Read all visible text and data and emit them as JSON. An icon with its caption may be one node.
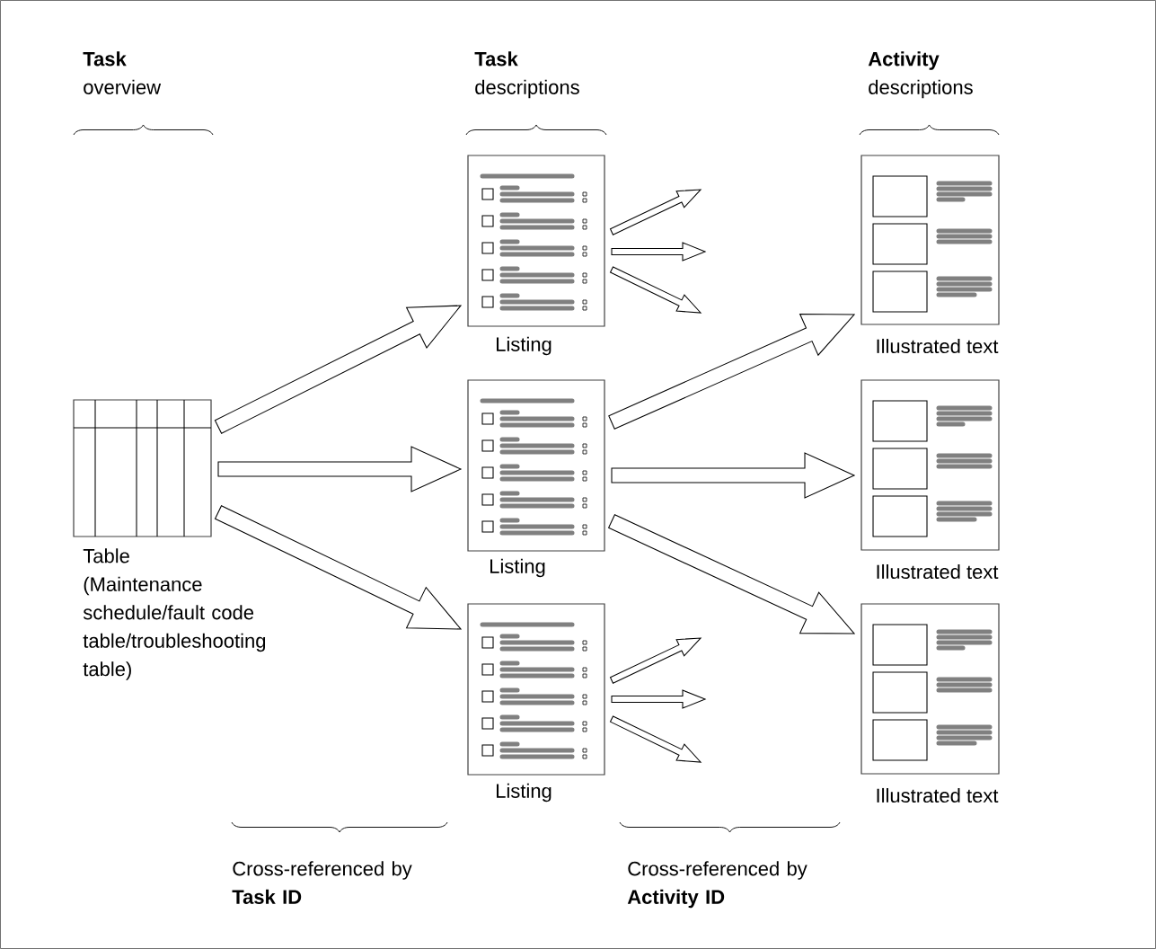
{
  "diagram": {
    "nodes": [
      {
        "text": [],
        "shape": "picture",
        "beside": [
          "Table",
          "(Maintenance schedule/fault code table/troubleshooting table)"
        ]
      },
      {
        "text": [],
        "shape": "picture",
        "beside": [
          "Listing"
        ]
      },
      {
        "text": [],
        "shape": "picture",
        "beside": [
          "Listing"
        ]
      },
      {
        "text": [],
        "shape": "picture",
        "beside": [
          "Listing"
        ]
      },
      {
        "text": [],
        "shape": "picture",
        "beside": [
          "Illustrated text"
        ]
      },
      {
        "text": [],
        "shape": "picture",
        "beside": [
          "Illustrated text"
        ]
      },
      {
        "text": [],
        "shape": "picture",
        "beside": [
          "Illustrated text"
        ]
      }
    ],
    "edges": [
      {
        "from": 0,
        "to": 1,
        "arrow": "to"
      },
      {
        "from": 0,
        "to": 2,
        "arrow": "to"
      },
      {
        "from": 0,
        "to": 3,
        "arrow": "to"
      },
      {
        "from": 2,
        "to": 4,
        "arrow": "to"
      },
      {
        "from": 2,
        "to": 5,
        "arrow": "to"
      },
      {
        "from": 2,
        "to": 6,
        "arrow": "to"
      },
      {
        "from": 1,
        "to": null,
        "arrow": "to"
      },
      {
        "from": 1,
        "to": null,
        "arrow": "to"
      },
      {
        "from": 1,
        "to": null,
        "arrow": "to"
      },
      {
        "from": 3,
        "to": null,
        "arrow": "to"
      },
      {
        "from": 3,
        "to": null,
        "arrow": "to"
      },
      {
        "from": 3,
        "to": null,
        "arrow": "to"
      }
    ],
    "labels": [
      "**Task** overview",
      "**Task** descriptions",
      "**Activity** descriptions",
      "Cross-referenced by **Task ID**",
      "Cross-referenced by **Activity ID**"
    ]
  }
}
